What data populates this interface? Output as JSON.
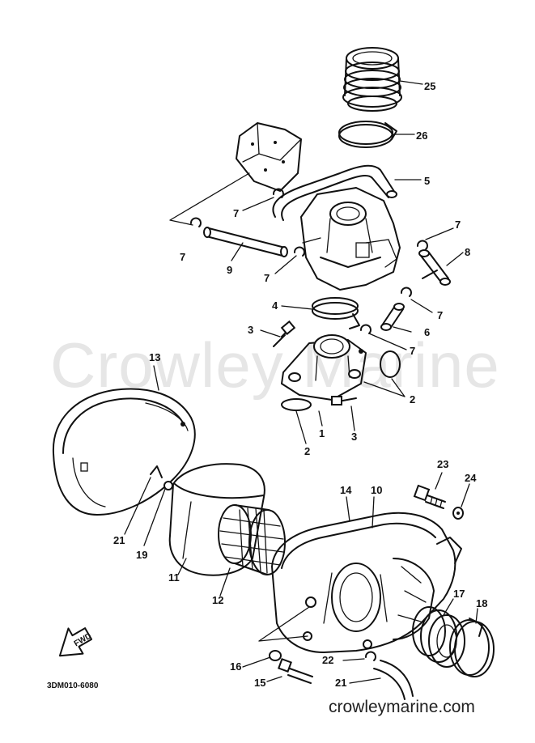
{
  "watermark": "Crowley Marine",
  "site_url": "crowleymarine.com",
  "diagram_code": "3DM010-6080",
  "front_arrow_label": "FWD",
  "callouts": [
    "25",
    "26",
    "5",
    "7",
    "7",
    "7",
    "8",
    "9",
    "7",
    "4",
    "7",
    "6",
    "3",
    "7",
    "13",
    "2",
    "1",
    "2",
    "3",
    "23",
    "24",
    "14",
    "10",
    "21",
    "19",
    "11",
    "12",
    "17",
    "18",
    "16",
    "22",
    "15",
    "21"
  ]
}
